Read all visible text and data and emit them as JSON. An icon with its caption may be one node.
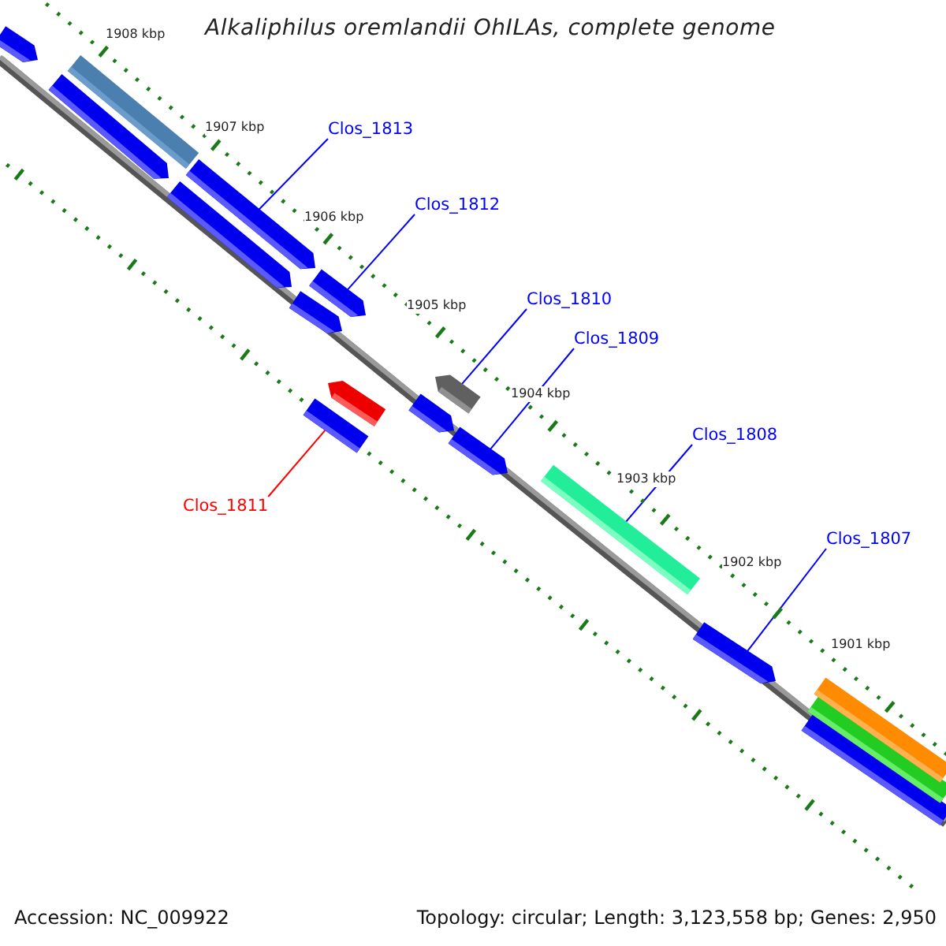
{
  "diagram": {
    "title": "Alkaliphilus oremlandii OhILAs, complete genome",
    "nodes": [
      {
        "text": [
          "Clos_1813"
        ]
      },
      {
        "text": [],
        "shape": "bar"
      },
      {
        "text": [
          "Clos_1812"
        ]
      },
      {
        "text": [],
        "shape": "bar"
      },
      {
        "text": [
          "Clos_1810"
        ]
      },
      {
        "text": [],
        "shape": "bar"
      },
      {
        "text": [
          "Clos_1809"
        ]
      },
      {
        "text": [],
        "shape": "bar"
      },
      {
        "text": [
          "Clos_1811"
        ]
      },
      {
        "text": [],
        "shape": "bar"
      },
      {
        "text": [
          "Clos_1808"
        ]
      },
      {
        "text": [],
        "shape": "bar"
      },
      {
        "text": [
          "Clos_1807"
        ]
      },
      {
        "text": [],
        "shape": "bar"
      },
      {
        "text": [],
        "shape": "bar"
      },
      {
        "text": [],
        "shape": "bar"
      },
      {
        "text": [],
        "shape": "bar"
      },
      {
        "text": [],
        "shape": "bar"
      },
      {
        "text": [],
        "shape": "bar"
      },
      {
        "text": [],
        "shape": "bar"
      },
      {
        "text": [],
        "shape": "bar"
      },
      {
        "text": [],
        "shape": "bar"
      },
      {
        "text": [],
        "shape": "bar"
      },
      {
        "text": [],
        "shape": "bar"
      }
    ],
    "edges": [
      {
        "from": 0,
        "to": 1,
        "arrow": "none"
      },
      {
        "from": 2,
        "to": 3,
        "arrow": "none"
      },
      {
        "from": 4,
        "to": 5,
        "arrow": "none"
      },
      {
        "from": 6,
        "to": 7,
        "arrow": "none"
      },
      {
        "from": 8,
        "to": 9,
        "arrow": "none",
        "color": "#ff0000"
      },
      {
        "from": 10,
        "to": 11,
        "arrow": "none"
      },
      {
        "from": 12,
        "to": 13,
        "arrow": "none"
      }
    ],
    "labels": [
      "1908 kbp",
      "1907 kbp",
      "1906 kbp",
      "1905 kbp",
      "1904 kbp",
      "1903 kbp",
      "1902 kbp",
      "1901 kbp",
      "Accession: NC_009922",
      "Topology: circular; Length: 3,123,558 bp; Genes: 2,950"
    ]
  }
}
